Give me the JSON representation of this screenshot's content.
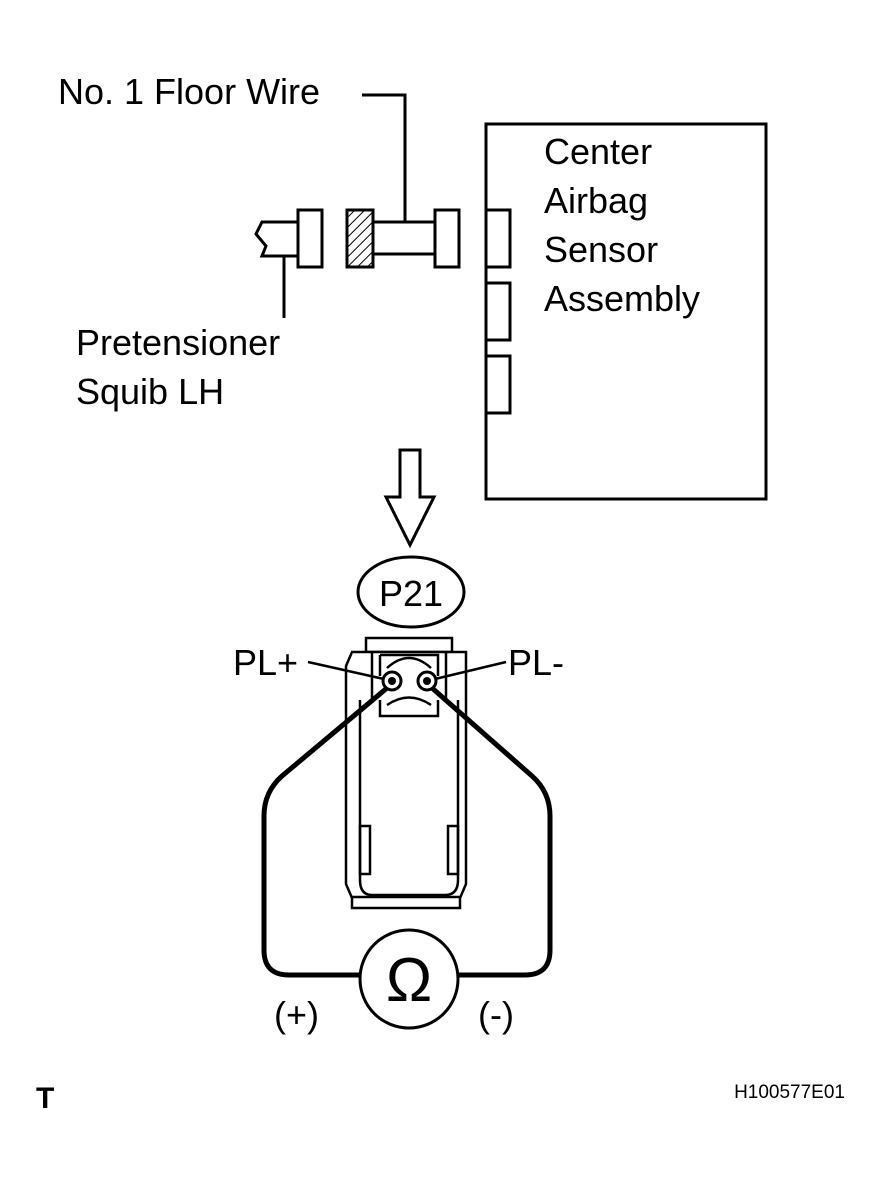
{
  "labels": {
    "floor_wire": "No. 1 Floor Wire",
    "center_sensor": [
      "Center",
      "Airbag",
      "Sensor",
      "Assembly"
    ],
    "pretensioner": [
      "Pretensioner",
      "Squib LH"
    ],
    "connector_id": "P21",
    "terminal_plus": "PL+",
    "terminal_minus": "PL-",
    "ohm_symbol": "Ω",
    "probe_plus": "(+)",
    "probe_minus": "(-)",
    "corner_mark": "T",
    "figure_code": "H100577E01"
  }
}
